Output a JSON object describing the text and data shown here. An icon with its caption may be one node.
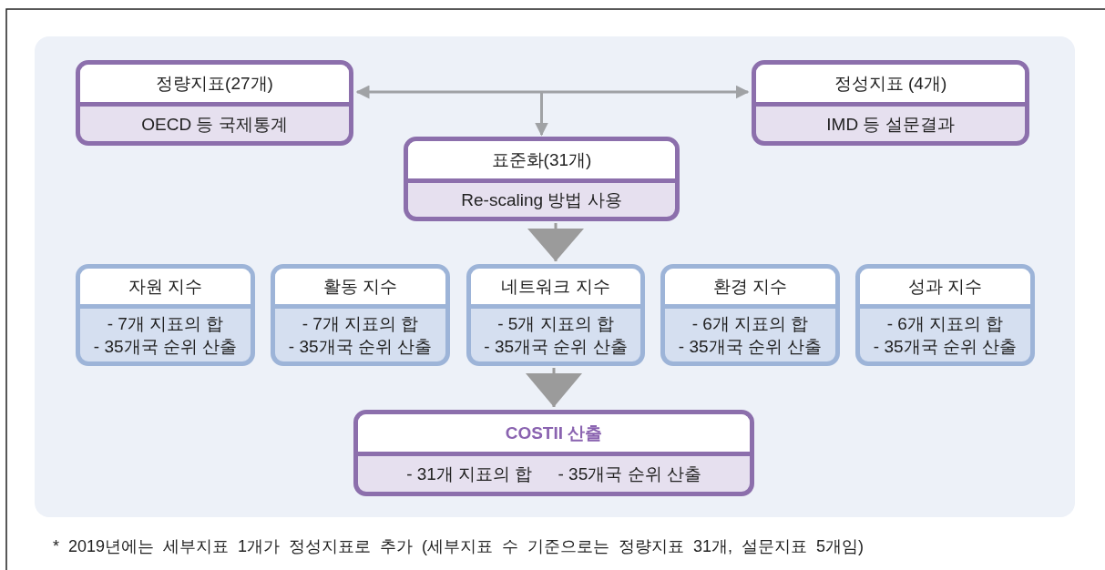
{
  "diagram": {
    "caption": "* 2019년에는 세부지표 1개가 정성지표로 추가 (세부지표 수 기준으로는 정량지표 31개, 설문지표 5개임)",
    "nodes": [
      {
        "text": [
          "정량지표(27개)",
          "OECD 등 국제통계"
        ]
      },
      {
        "text": [
          "정성지표 (4개)",
          "IMD 등 설문결과"
        ]
      },
      {
        "text": [
          "표준화(31개)",
          "Re-scaling 방법 사용"
        ]
      },
      {
        "text": [
          "자원 지수",
          "- 7개 지표의 합",
          "- 35개국 순위 산출"
        ]
      },
      {
        "text": [
          "활동 지수",
          "- 7개 지표의 합",
          "- 35개국 순위 산출"
        ]
      },
      {
        "text": [
          "네트워크 지수",
          "- 5개 지표의 합",
          "- 35개국 순위 산출"
        ]
      },
      {
        "text": [
          "환경 지수",
          "- 6개 지표의 합",
          "- 35개국 순위 산출"
        ]
      },
      {
        "text": [
          "성과 지수",
          "- 6개 지표의 합",
          "- 35개국 순위 산출"
        ]
      },
      {
        "text": [
          "COSTII 산출",
          "- 31개 지표의 합",
          "- 35개국 순위 산출"
        ]
      }
    ],
    "edges": [
      {
        "from": 0,
        "to": 1,
        "arrow": "both"
      },
      {
        "from": null,
        "to": 2,
        "arrow": "to"
      },
      {
        "from": 2,
        "to": 5,
        "arrow": "to"
      },
      {
        "from": 5,
        "to": 8,
        "arrow": "to"
      }
    ]
  }
}
